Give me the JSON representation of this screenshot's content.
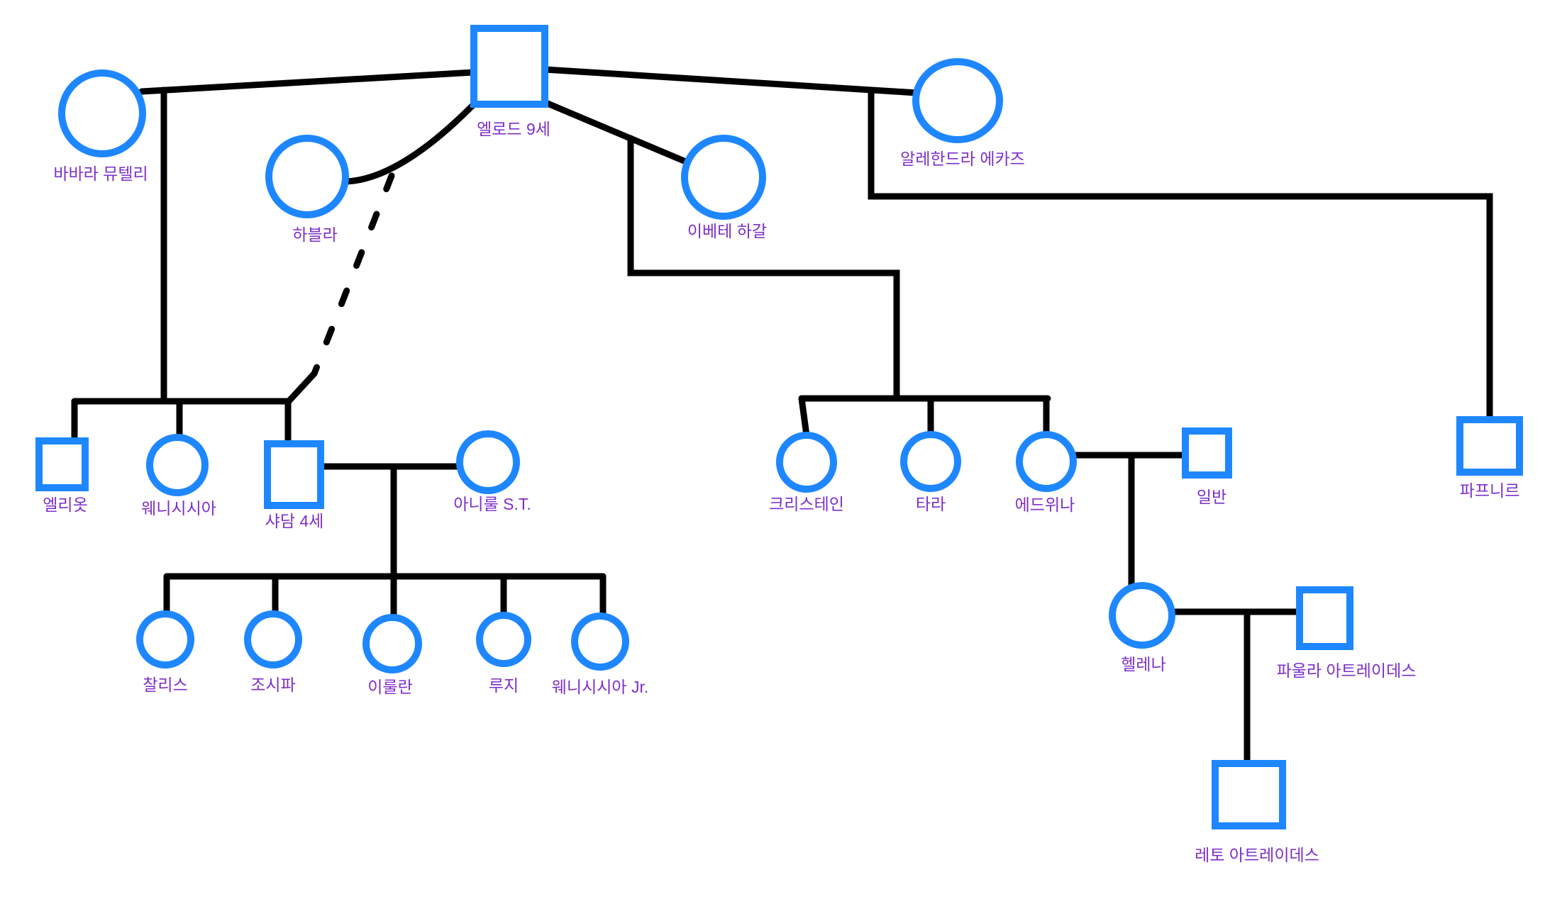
{
  "diagram_type": "family-tree-genogram",
  "colors": {
    "shape_stroke": "#1e87ff",
    "line": "#000000",
    "label": "#7d2fc9",
    "background": "#ffffff"
  },
  "persons": [
    {
      "id": "elrood-ix",
      "name": "엘로드 9세",
      "shape": "square"
    },
    {
      "id": "barbara",
      "name": "바바라 뮤텔리",
      "shape": "circle"
    },
    {
      "id": "habla",
      "name": "하블라",
      "shape": "circle"
    },
    {
      "id": "yvette",
      "name": "이베테 하갈",
      "shape": "circle"
    },
    {
      "id": "alejandra",
      "name": "알레한드라 에카즈",
      "shape": "circle"
    },
    {
      "id": "elliott",
      "name": "엘리옷",
      "shape": "square"
    },
    {
      "id": "wensicia",
      "name": "웨니시시아",
      "shape": "circle"
    },
    {
      "id": "shaddam-iv",
      "name": "샤담 4세",
      "shape": "square"
    },
    {
      "id": "anirul",
      "name": "아니룰 S.T.",
      "shape": "circle"
    },
    {
      "id": "christane",
      "name": "크리스테인",
      "shape": "circle"
    },
    {
      "id": "tara",
      "name": "타라",
      "shape": "circle"
    },
    {
      "id": "edwina",
      "name": "에드위나",
      "shape": "circle"
    },
    {
      "id": "ilban",
      "name": "일반",
      "shape": "square"
    },
    {
      "id": "fafnir",
      "name": "파프니르",
      "shape": "square"
    },
    {
      "id": "helena",
      "name": "헬레나",
      "shape": "circle"
    },
    {
      "id": "paula",
      "name": "파울라 아트레이데스",
      "shape": "square"
    },
    {
      "id": "leto",
      "name": "레토 아트레이데스",
      "shape": "square"
    },
    {
      "id": "chalice",
      "name": "찰리스",
      "shape": "circle"
    },
    {
      "id": "josifa",
      "name": "조시파",
      "shape": "circle"
    },
    {
      "id": "irulan",
      "name": "이룰란",
      "shape": "circle"
    },
    {
      "id": "rugi",
      "name": "루지",
      "shape": "circle"
    },
    {
      "id": "wensicia-jr",
      "name": "웨니시시아 Jr.",
      "shape": "circle"
    }
  ],
  "edges": [
    {
      "from": "barbara",
      "to": "elrood-ix",
      "kind": "union",
      "style": "solid"
    },
    {
      "from": "elrood-ix",
      "to": "alejandra",
      "kind": "union",
      "style": "solid"
    },
    {
      "from": "elrood-ix",
      "to": "habla",
      "kind": "union",
      "style": "solid-curve"
    },
    {
      "from": "elrood-ix",
      "to": "yvette",
      "kind": "union",
      "style": "solid"
    },
    {
      "from": "barbara+elrood-ix",
      "to": "elliott,wensicia,shaddam-iv",
      "kind": "children",
      "style": "solid"
    },
    {
      "from": "habla+elrood-ix",
      "to": "shaddam-iv",
      "kind": "child",
      "style": "dashed"
    },
    {
      "from": "elrood-ix+yvette",
      "to": "christane,tara,edwina",
      "kind": "children",
      "style": "solid"
    },
    {
      "from": "elrood-ix+alejandra",
      "to": "fafnir",
      "kind": "child",
      "style": "solid"
    },
    {
      "from": "shaddam-iv",
      "to": "anirul",
      "kind": "union",
      "style": "solid"
    },
    {
      "from": "shaddam-iv+anirul",
      "to": "chalice,josifa,irulan,rugi,wensicia-jr",
      "kind": "children",
      "style": "solid"
    },
    {
      "from": "edwina",
      "to": "ilban",
      "kind": "union",
      "style": "solid"
    },
    {
      "from": "edwina+ilban",
      "to": "helena",
      "kind": "child",
      "style": "solid"
    },
    {
      "from": "helena",
      "to": "paula",
      "kind": "union",
      "style": "solid"
    },
    {
      "from": "helena+paula",
      "to": "leto",
      "kind": "child",
      "style": "solid"
    }
  ]
}
